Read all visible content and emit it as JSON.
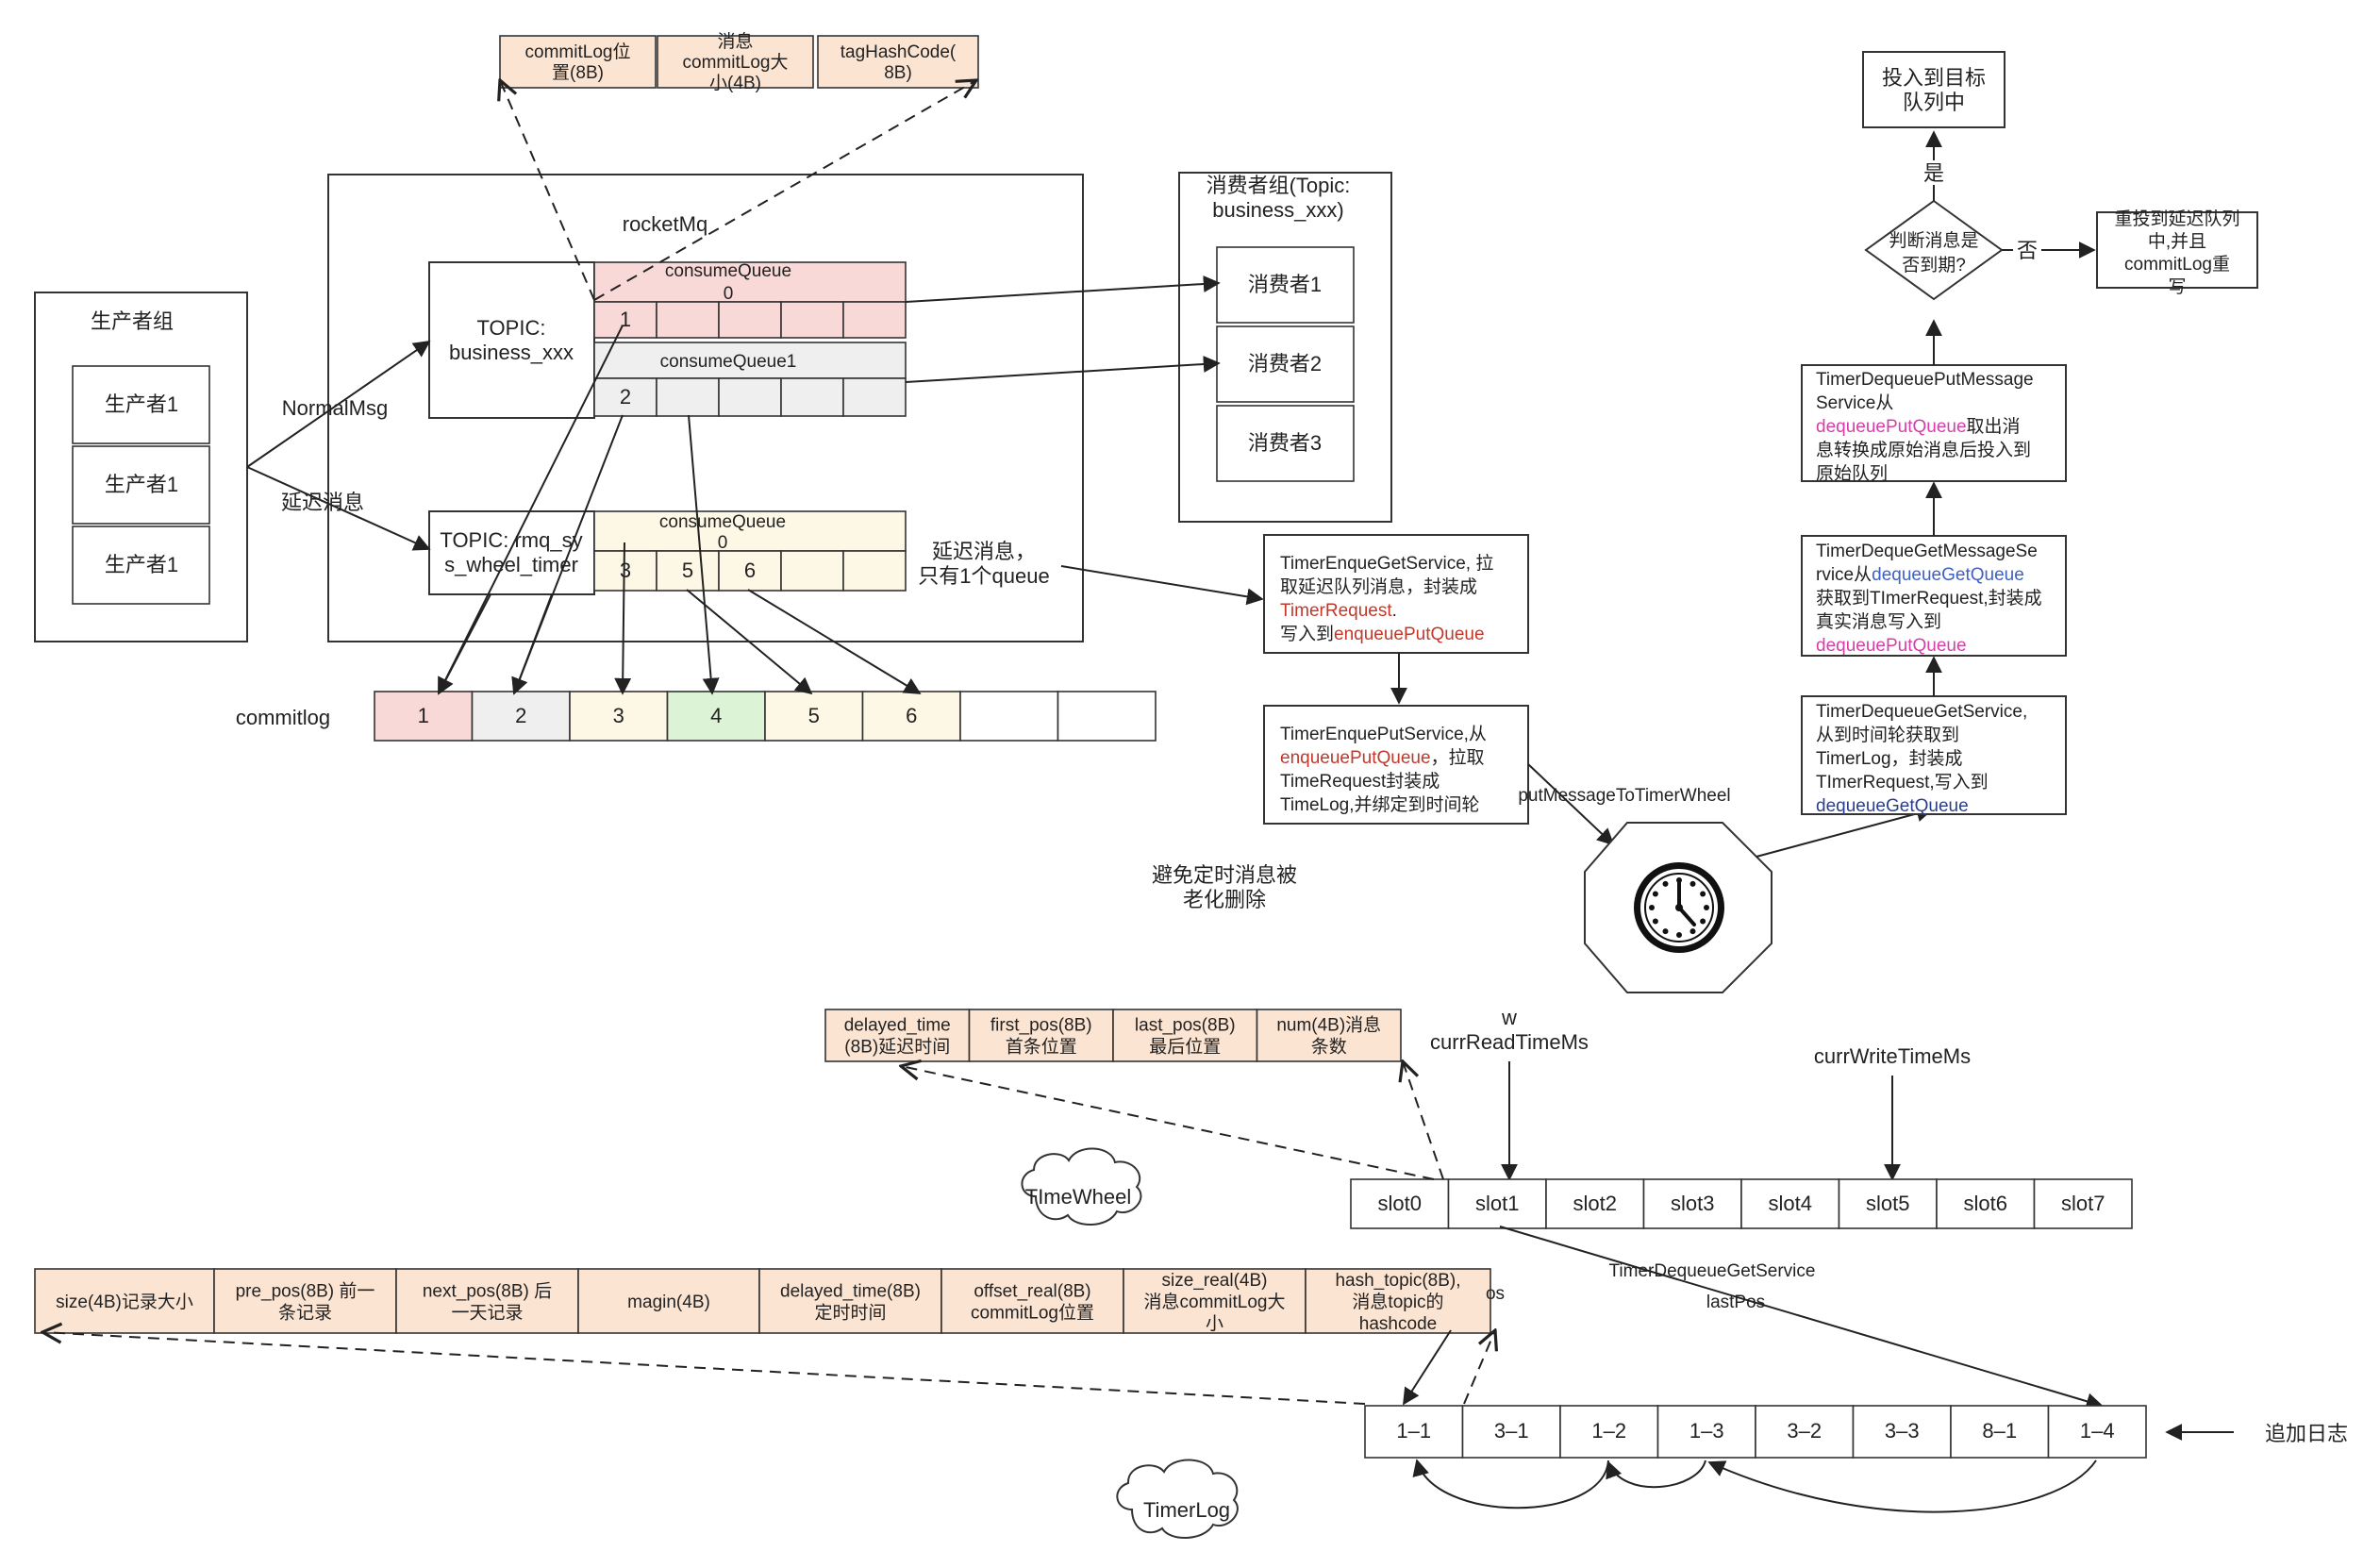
{
  "colors": {
    "peach": "#fce4d2",
    "pink": "#f9d8d8",
    "gray": "#efefef",
    "cream": "#fdf7e6",
    "green": "#ddf3d6",
    "red_text": "#c0392b",
    "pink_text": "#d63fa8",
    "blue_text": "#3d61c6",
    "navy_text": "#2c3f8a"
  },
  "cq_fields": [
    "commitLog位\n置(8B)",
    "消息\ncommitLog大\n小(4B)",
    "tagHashCode(\n8B)"
  ],
  "rocketmq_label": "rocketMq",
  "producer_group": {
    "title": "生产者组",
    "items": [
      "生产者1",
      "生产者1",
      "生产者1"
    ]
  },
  "edge_normal": "NormalMsg",
  "edge_delay": "延迟消息",
  "topic_business": "TOPIC:\nbusiness_xxx",
  "topic_timer": "TOPIC: rmq_sy\ns_wheel_timer",
  "cq0": {
    "title": "consumeQueue\n0",
    "first": "1"
  },
  "cq1": {
    "title": "consumeQueue1",
    "first": "2"
  },
  "cq_timer": {
    "title": "consumeQueue\n0",
    "cells": [
      "3",
      "5",
      "6"
    ]
  },
  "delay_note": "延迟消息，\n只有1个queue",
  "consumer_group": {
    "title": "消费者组(Topic:\nbusiness_xxx)",
    "items": [
      "消费者1",
      "消费者2",
      "消费者3"
    ]
  },
  "commitlog": {
    "label": "commitlog",
    "cells": [
      "1",
      "2",
      "3",
      "4",
      "5",
      "6",
      "",
      ""
    ]
  },
  "enque_get": {
    "parts": [
      {
        "t": "TimerEnqueGetService, 拉\n取延迟队列消息，封装成\n",
        "c": ""
      },
      {
        "t": "TimerRequest",
        "c": "red"
      },
      {
        "t": ".\n写入到",
        "c": ""
      },
      {
        "t": "enqueuePutQueue",
        "c": "red"
      }
    ]
  },
  "enque_put": {
    "parts": [
      {
        "t": "TimerEnquePutService,从\n",
        "c": ""
      },
      {
        "t": "enqueuePutQueue",
        "c": "red"
      },
      {
        "t": "，拉取\nTimeRequest封装成\nTimeLog,并绑定到时间轮",
        "c": ""
      }
    ]
  },
  "put_to_wheel": "putMessageToTimerWheel",
  "avoid_note": "避免定时消息被\n老化删除",
  "deque_get": {
    "parts": [
      {
        "t": "TimerDequeueGetService,\n从到时间轮获取到\nTimerLog，封装成\nTImerRequest,写入到\n",
        "c": ""
      },
      {
        "t": "dequeueGetQueue",
        "c": "navy"
      }
    ]
  },
  "deque_get_msg": {
    "parts": [
      {
        "t": "TimerDequeGetMessageSe\nrvice从",
        "c": ""
      },
      {
        "t": "dequeueGetQueue",
        "c": "blue"
      },
      {
        "t": "\n获取到TImerRequest,封装成\n真实消息写入到\n",
        "c": ""
      },
      {
        "t": "dequeuePutQueue",
        "c": "pink"
      }
    ]
  },
  "deque_put_msg": {
    "parts": [
      {
        "t": "TimerDequeuePutMessage\nService从\n",
        "c": ""
      },
      {
        "t": "dequeuePutQueue",
        "c": "pink"
      },
      {
        "t": "取出消\n息转换成原始消息后投入到\n原始队列",
        "c": ""
      }
    ]
  },
  "decision": "判断消息是\n否到期?",
  "yes_label": "是",
  "no_label": "否",
  "target_queue": "投入到目标\n队列中",
  "requeue": "重投到延迟队列\n中,并且\ncommitLog重\n写",
  "slot_fields": [
    "delayed_time\n(8B)延迟时间",
    "first_pos(8B)\n首条位置",
    "last_pos(8B)\n最后位置",
    "num(4B)消息\n条数"
  ],
  "curr_read": "w\ncurrReadTimeMs",
  "curr_write": "currWriteTimeMs",
  "timewheel_cloud": "TImeWheel",
  "slots": [
    "slot0",
    "slot1",
    "slot2",
    "slot3",
    "slot4",
    "slot5",
    "slot6",
    "slot7"
  ],
  "log_fields": [
    "size(4B)记录大小",
    "pre_pos(8B) 前一\n条记录",
    "next_pos(8B) 后\n一天记录",
    "magin(4B)",
    "delayed_time(8B)\n定时时间",
    "offset_real(8B)\ncommitLog位置",
    "size_real(4B)\n消息commitLog大\n小",
    "hash_topic(8B),\n消息topic的\nhashcode"
  ],
  "pos_partial": "os",
  "deque_service_label": "TimerDequeueGetService",
  "last_pos": "lastPos",
  "timerlog_cells": [
    "1–1",
    "3–1",
    "1–2",
    "1–3",
    "3–2",
    "3–3",
    "8–1",
    "1–4"
  ],
  "append_log": "追加日志",
  "timerlog_cloud": "TimerLog"
}
